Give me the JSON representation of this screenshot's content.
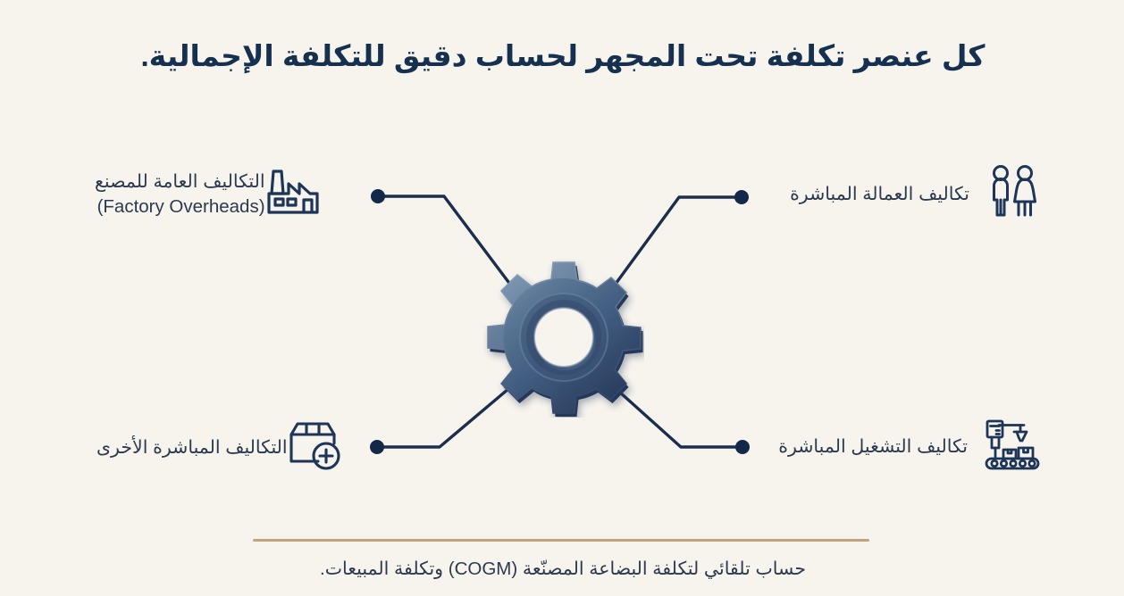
{
  "page": {
    "title": "كل عنصر تكلفة تحت المجهر لحساب دقيق للتكلفة الإجمالية.",
    "background_color": "#f7f4ee",
    "accent_color": "#16304f",
    "divider_color": "#c3a37c",
    "icon_color": "#1d3557"
  },
  "center": {
    "icon": "gear-icon",
    "gradient_light": "#5f7a99",
    "gradient_dark": "#2a4061"
  },
  "nodes": [
    {
      "id": "factory-overheads",
      "position": "top-left",
      "icon": "factory-icon",
      "label_ar": "التكاليف العامة للمصنع",
      "label_en": "(Factory Overheads)"
    },
    {
      "id": "direct-labor-costs",
      "position": "top-right",
      "icon": "people-icon",
      "label_ar": "تكاليف العمالة المباشرة",
      "label_en": ""
    },
    {
      "id": "other-direct-costs",
      "position": "bottom-left",
      "icon": "box-plus-icon",
      "label_ar": "التكاليف المباشرة الأخرى",
      "label_en": ""
    },
    {
      "id": "direct-operating-costs",
      "position": "bottom-right",
      "icon": "conveyor-robot-icon",
      "label_ar": "تكاليف التشغيل المباشرة",
      "label_en": ""
    }
  ],
  "footer": {
    "note": "حساب تلقائي لتكلفة البضاعة المصنّعة (COGM) وتكلفة المبيعات."
  }
}
